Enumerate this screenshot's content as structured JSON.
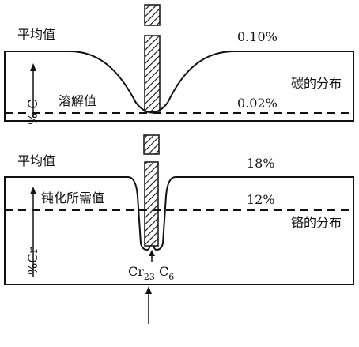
{
  "carbon_panel": {
    "average_label": "平均值",
    "average_value": "0.10%",
    "solubility_label": "溶解值",
    "solubility_value": "0.02%",
    "axis_label": "% C",
    "title": "碳的分布"
  },
  "chromium_panel": {
    "average_label": "平均值",
    "average_value": "18%",
    "passivation_label": "钝化所需值",
    "passivation_value": "12%",
    "axis_label": "%Cr",
    "title": "铬的分布",
    "carbide_main": "Cr",
    "carbide_sub1": "23",
    "carbide_mid": " C",
    "carbide_sub2": "6"
  },
  "colors": {
    "line": "#111111",
    "background": "#ffffff"
  }
}
